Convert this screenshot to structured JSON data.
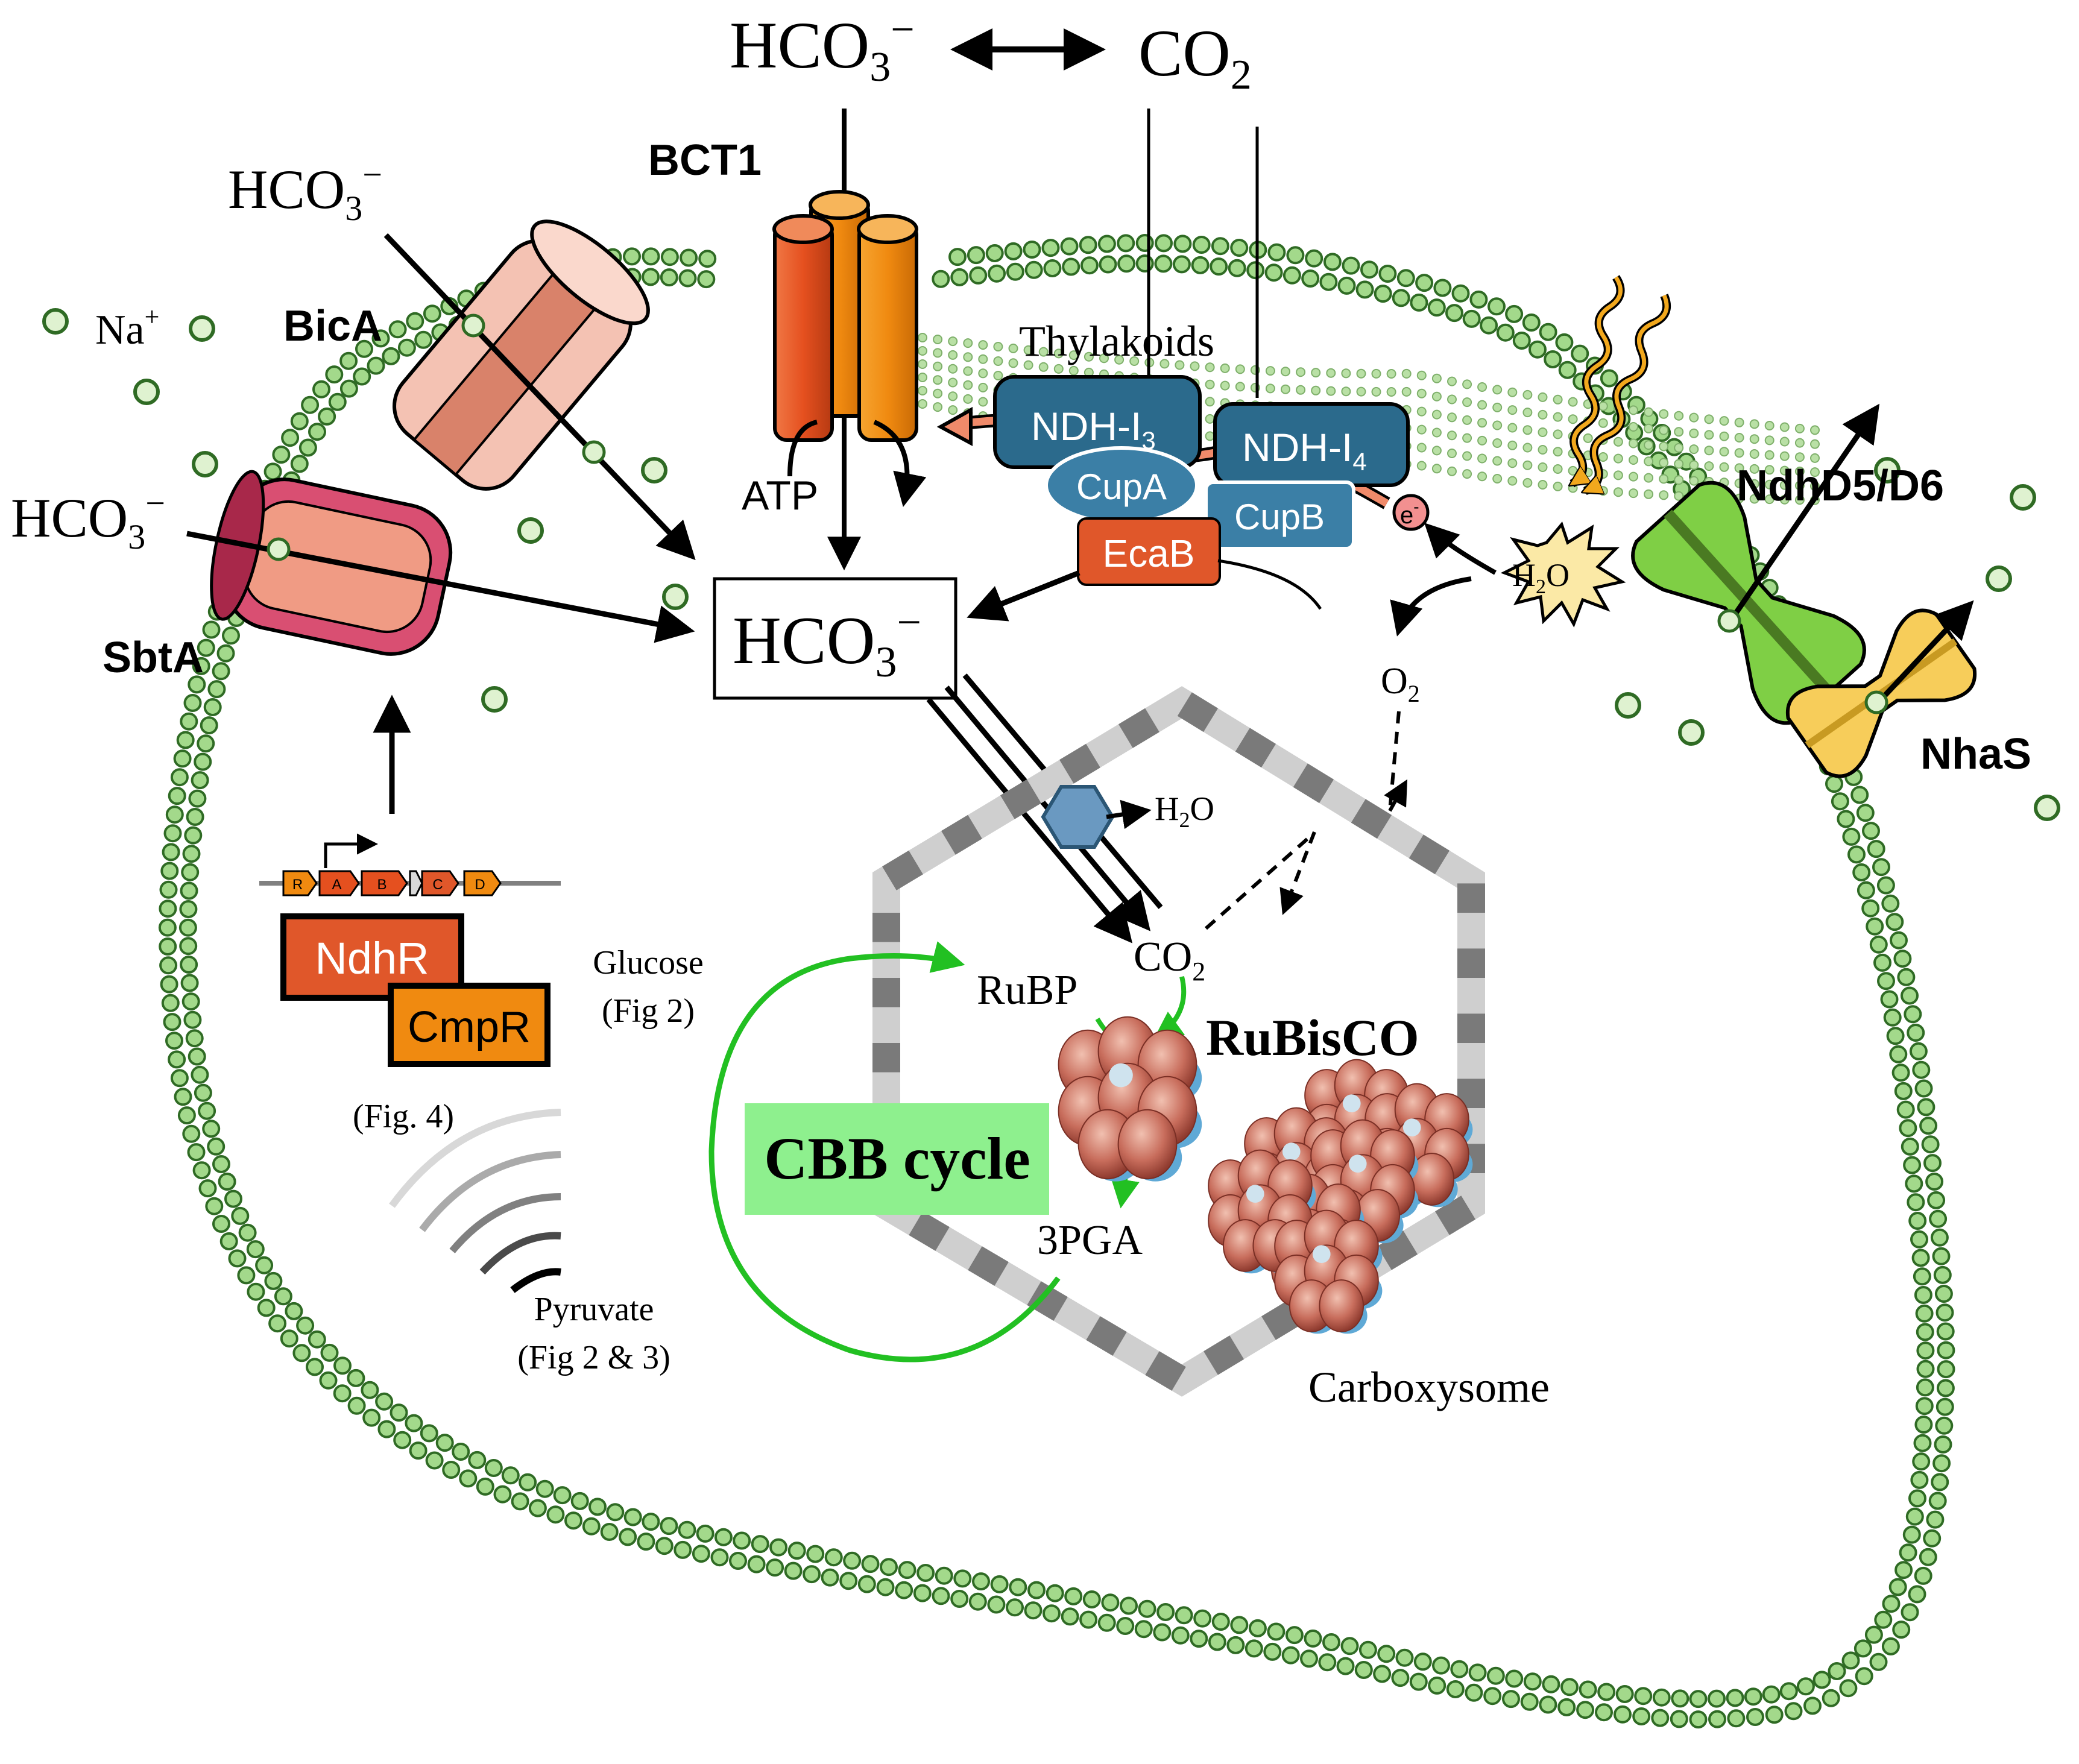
{
  "top": {
    "bicarbonate": "HCO",
    "bicarbonate_sub": "3",
    "bicarbonate_sup": "−",
    "co2": "CO",
    "co2_sub": "2"
  },
  "transporters": {
    "bct1": "BCT1",
    "bica": "BicA",
    "sbta": "SbtA",
    "ndhd5d6": "NdhD5/D6",
    "nhas": "NhaS",
    "atp": "ATP",
    "thylakoids": "Thylakoids"
  },
  "ions": {
    "na": "Na",
    "na_sup": "+",
    "hco3_left1": "HCO",
    "hco3_left2": "HCO",
    "sub3": "3",
    "minus": "−"
  },
  "ndh_complex": {
    "ndh_i3": "NDH-I",
    "ndh_i3_sub": "3",
    "ndh_i4": "NDH-I",
    "ndh_i4_sub": "4",
    "cupa": "CupA",
    "cupb": "CupB",
    "ecab": "EcaB",
    "electron": "e",
    "electron_sup": "-",
    "water": "H",
    "water_sub": "2",
    "water_o": "O",
    "oxygen": "O",
    "oxygen_sub": "2"
  },
  "center": {
    "hco3_box": "HCO",
    "hco3_box_sub": "3",
    "hco3_box_sup": "−"
  },
  "carboxysome": {
    "label": "Carboxysome",
    "h2o": "H",
    "h2o_sub": "2",
    "h2o_o": "O",
    "co2": "CO",
    "co2_sub": "2",
    "rubp": "RuBP",
    "pga": "3PGA",
    "rubisco": "RuBisCO",
    "cbb": "CBB cycle"
  },
  "regulation": {
    "operon_genes": [
      "R",
      "A",
      "B",
      "C",
      "D"
    ],
    "ndhr": "NdhR",
    "cmpr": "CmpR",
    "glucose": "Glucose",
    "glucose_fig": "(Fig 2)",
    "fig4": "(Fig. 4)",
    "pyruvate": "Pyruvate",
    "pyruvate_fig": "(Fig 2 & 3)"
  },
  "colors": {
    "membrane_bead": "#a3d98b",
    "membrane_bead_stroke": "#2f6b24",
    "bct1_orange": "#f08a10",
    "bct1_red": "#e5501f",
    "ndh_blue": "#2b6a8c",
    "cup_blue": "#3b7fa6",
    "ecab_red": "#e0572a",
    "ndhr_red": "#e0572a",
    "cmpr_orange": "#f08a10",
    "cbb_green": "#7fe88a",
    "cycle_green": "#22c022",
    "light_yellow": "#fce28a"
  }
}
